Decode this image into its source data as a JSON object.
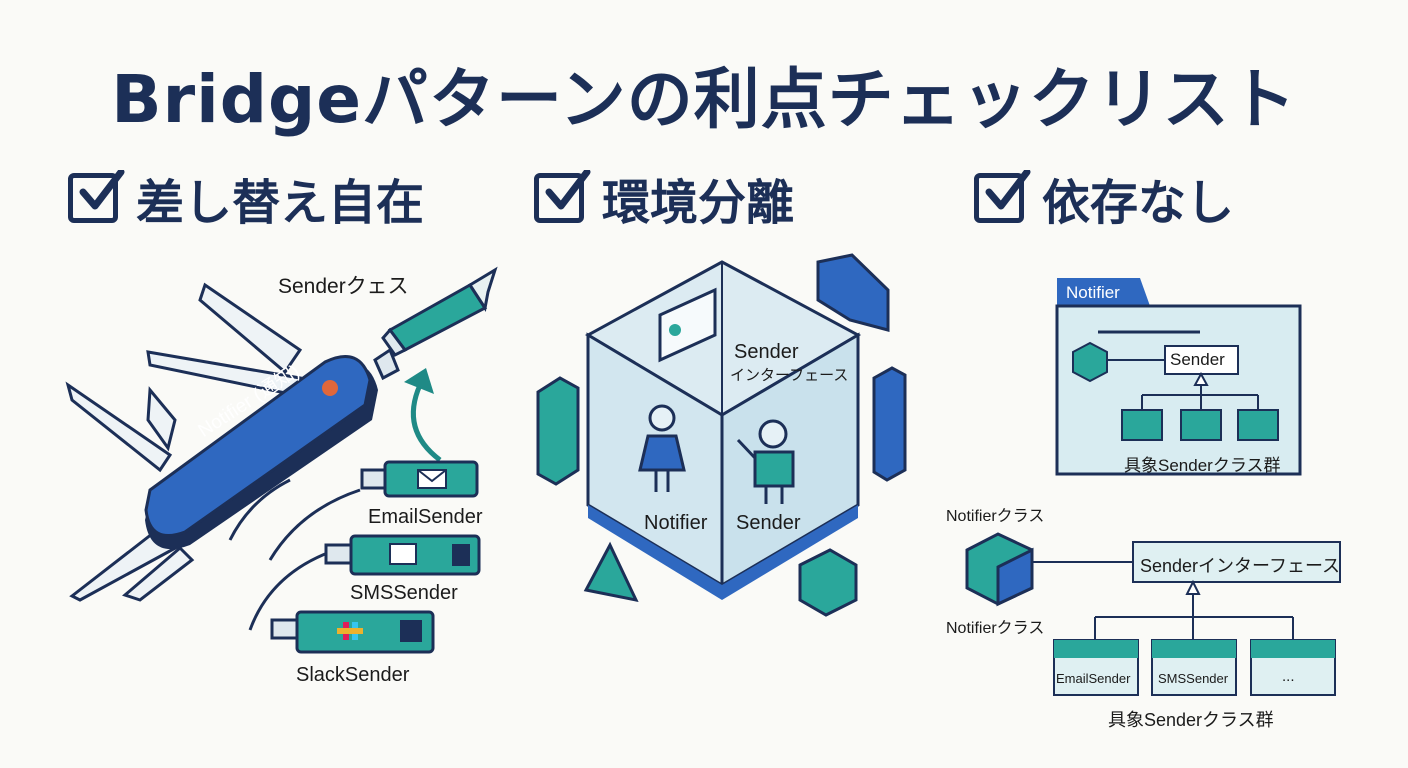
{
  "title": "Bridgeパターンの利点チェックリスト",
  "sections": [
    {
      "heading": "差し替え自在"
    },
    {
      "heading": "環境分離"
    },
    {
      "heading": "依存なし"
    }
  ],
  "knife": {
    "body_label": "Notifier (通知)",
    "pen_label": "Senderクェス",
    "plugins": [
      "EmailSender",
      "SMSSender",
      "SlackSender"
    ]
  },
  "cube": {
    "interface_label": "Sender",
    "interface_sub": "インターフェース",
    "left_figure": "Notifier",
    "right_figure": "Sender"
  },
  "package": {
    "tab": "Notifier",
    "interface": "Sender",
    "caption": "具象Senderクラス群"
  },
  "uml": {
    "notifier_top": "Notifierクラス",
    "notifier_bottom": "Notifierクラス",
    "interface": "Senderインターフェース",
    "classes": [
      "EmailSender",
      "SMSSender",
      "..."
    ],
    "caption": "具象Senderクラス群"
  }
}
